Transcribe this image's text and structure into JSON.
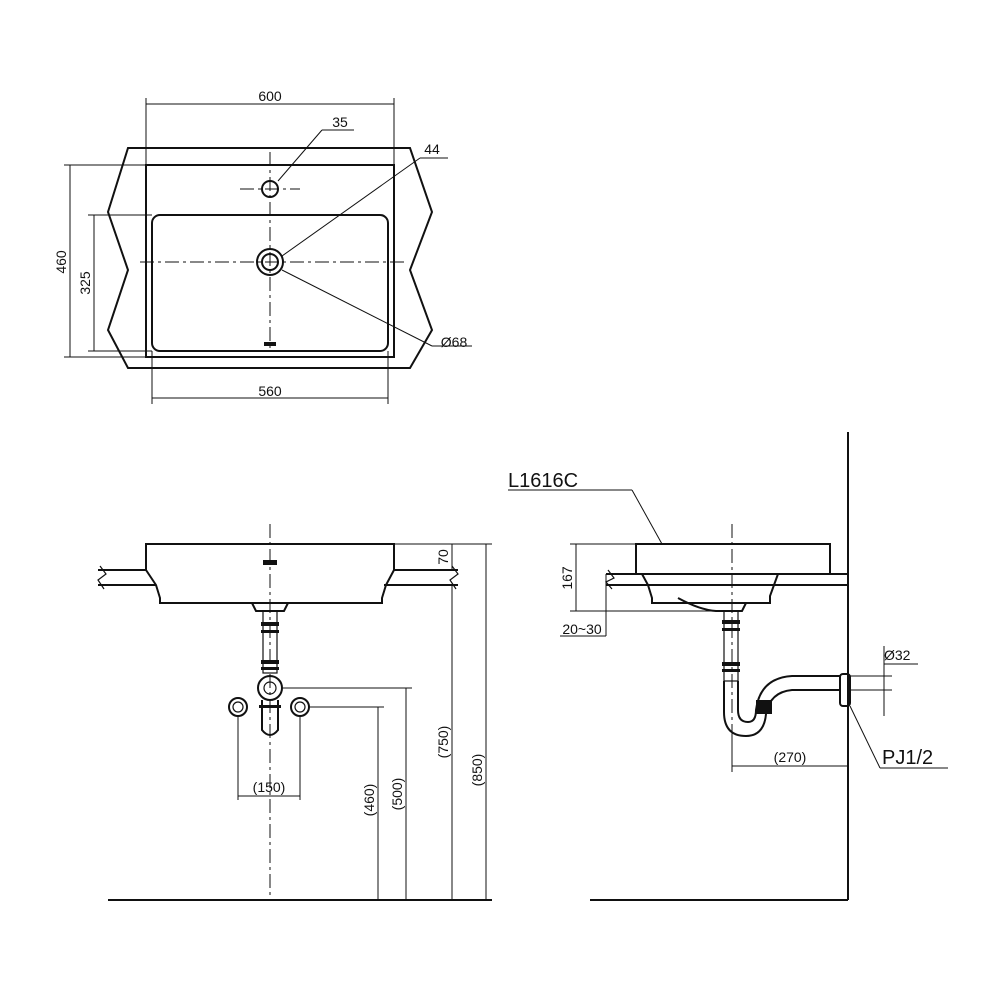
{
  "top_view": {
    "width_outer": "600",
    "hole_faucet": "35",
    "drain_offset": "44",
    "depth_outer": "460",
    "depth_inner": "325",
    "drain_dia": "Ø68",
    "width_inner": "560"
  },
  "front_view": {
    "rim_height": "70",
    "trap_spacing": "(150)",
    "h_supply": "(460)",
    "h_drain": "(500)",
    "h_counter": "(750)",
    "h_top": "(850)"
  },
  "side_view": {
    "model": "L1616C",
    "basin_height": "167",
    "counter_thickness": "20~30",
    "pipe_dia": "Ø32",
    "trap_projection": "(270)",
    "thread": "PJ1/2"
  }
}
